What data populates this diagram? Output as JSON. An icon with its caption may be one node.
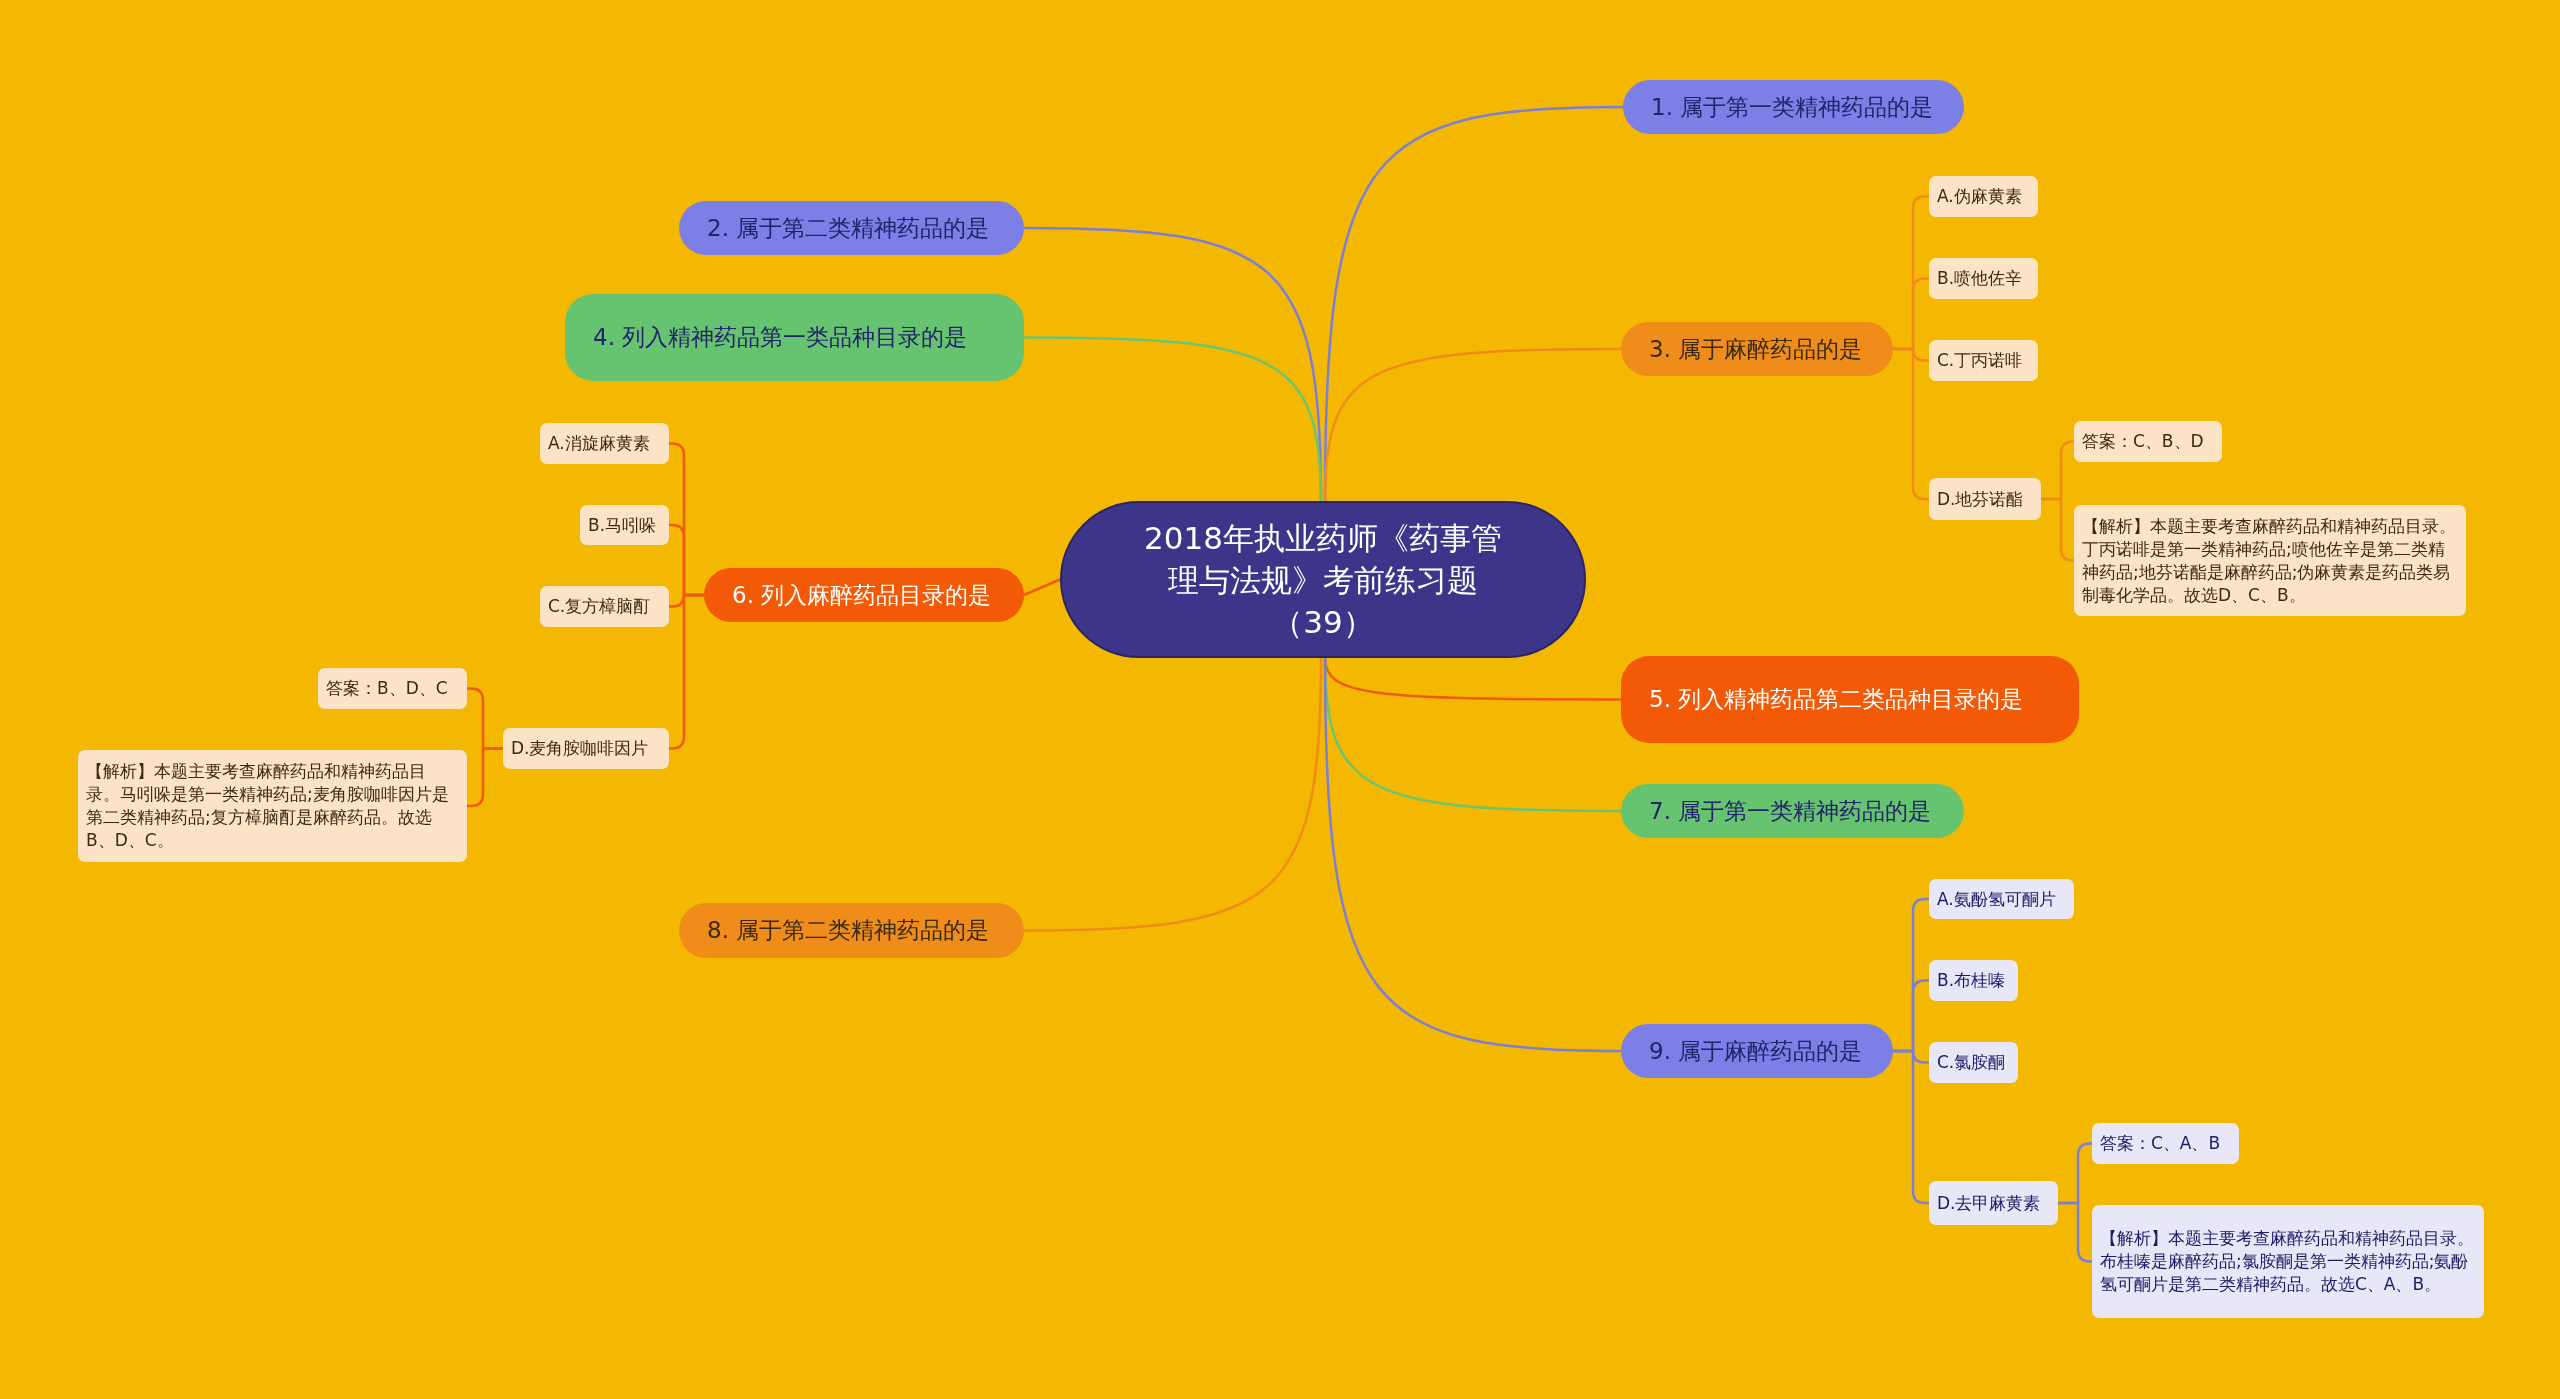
{
  "diagram": {
    "nodes": [
      {
        "text": [
          "2018年执业药师《药事管理与法规》考前练习题（39）"
        ]
      },
      {
        "text": [
          "1. 属于第一类精神药品的是"
        ]
      },
      {
        "text": [
          "2. 属于第二类精神药品的是"
        ]
      },
      {
        "text": [
          "3. 属于麻醉药品的是"
        ]
      },
      {
        "text": [
          "A.伪麻黄素"
        ]
      },
      {
        "text": [
          "B.喷他佐辛"
        ]
      },
      {
        "text": [
          "C.丁丙诺啡"
        ]
      },
      {
        "text": [
          "D.地芬诺酯"
        ]
      },
      {
        "text": [
          "答案：C、B、D"
        ]
      },
      {
        "text": [
          "【解析】本题主要考查麻醉药品和精神药品目录。丁丙诺啡是第一类精神药品;喷他佐辛是第二类精神药品;地芬诺酯是麻醉药品;伪麻黄素是药品类易制毒化学品。故选D、C、B。"
        ]
      },
      {
        "text": [
          "4. 列入精神药品第一类品种目录的是"
        ]
      },
      {
        "text": [
          "5. 列入精神药品第二类品种目录的是"
        ]
      },
      {
        "text": [
          "6. 列入麻醉药品目录的是"
        ]
      },
      {
        "text": [
          "A.消旋麻黄素"
        ]
      },
      {
        "text": [
          "B.马吲哚"
        ]
      },
      {
        "text": [
          "C.复方樟脑酊"
        ]
      },
      {
        "text": [
          "D.麦角胺咖啡因片"
        ]
      },
      {
        "text": [
          "答案：B、D、C"
        ]
      },
      {
        "text": [
          "【解析】本题主要考查麻醉药品和精神药品目录。马吲哚是第一类精神药品;麦角胺咖啡因片是第二类精神药品;复方樟脑酊是麻醉药品。故选B、D、C。"
        ]
      },
      {
        "text": [
          "7. 属于第一类精神药品的是"
        ]
      },
      {
        "text": [
          "8. 属于第二类精神药品的是"
        ]
      },
      {
        "text": [
          "9. 属于麻醉药品的是"
        ]
      },
      {
        "text": [
          "A.氨酚氢可酮片"
        ]
      },
      {
        "text": [
          "B.布桂嗪"
        ]
      },
      {
        "text": [
          "C.氯胺酮"
        ]
      },
      {
        "text": [
          "D.去甲麻黄素"
        ]
      },
      {
        "text": [
          "答案：C、A、B"
        ]
      },
      {
        "text": [
          "【解析】本题主要考查麻醉药品和精神药品目录。布桂嗪是麻醉药品;氯胺酮是第一类精神药品;氨酚氢可酮片是第二类精神药品。故选C、A、B。"
        ]
      }
    ],
    "edges": [
      {
        "from": 0,
        "to": 1,
        "arrow": "none",
        "color": "#7c7fd9"
      },
      {
        "from": 0,
        "to": 2,
        "arrow": "none",
        "color": "#7c7fd9"
      },
      {
        "from": 0,
        "to": 3,
        "arrow": "none",
        "color": "#f08c1a"
      },
      {
        "from": 3,
        "to": 4,
        "arrow": "none",
        "color": "#f08c1a"
      },
      {
        "from": 3,
        "to": 5,
        "arrow": "none",
        "color": "#f08c1a"
      },
      {
        "from": 3,
        "to": 6,
        "arrow": "none",
        "color": "#f08c1a"
      },
      {
        "from": 3,
        "to": 7,
        "arrow": "none",
        "color": "#f08c1a"
      },
      {
        "from": 7,
        "to": 8,
        "arrow": "none",
        "color": "#f08c1a"
      },
      {
        "from": 7,
        "to": 9,
        "arrow": "none",
        "color": "#f08c1a"
      },
      {
        "from": 0,
        "to": 10,
        "arrow": "none",
        "color": "#6cc46e"
      },
      {
        "from": 0,
        "to": 11,
        "arrow": "none",
        "color": "#f05a14"
      },
      {
        "from": 0,
        "to": 12,
        "arrow": "none",
        "color": "#f05a14"
      },
      {
        "from": 12,
        "to": 13,
        "arrow": "none",
        "color": "#f05a14"
      },
      {
        "from": 12,
        "to": 14,
        "arrow": "none",
        "color": "#f05a14"
      },
      {
        "from": 12,
        "to": 15,
        "arrow": "none",
        "color": "#f05a14"
      },
      {
        "from": 12,
        "to": 16,
        "arrow": "none",
        "color": "#f05a14"
      },
      {
        "from": 16,
        "to": 17,
        "arrow": "none",
        "color": "#f05a14"
      },
      {
        "from": 16,
        "to": 18,
        "arrow": "none",
        "color": "#f05a14"
      },
      {
        "from": 0,
        "to": 19,
        "arrow": "none",
        "color": "#6cc46e"
      },
      {
        "from": 0,
        "to": 20,
        "arrow": "none",
        "color": "#f08c1a"
      },
      {
        "from": 0,
        "to": 21,
        "arrow": "none",
        "color": "#7c7fd9"
      },
      {
        "from": 21,
        "to": 22,
        "arrow": "none",
        "color": "#7c7fd9"
      },
      {
        "from": 21,
        "to": 23,
        "arrow": "none",
        "color": "#7c7fd9"
      },
      {
        "from": 21,
        "to": 24,
        "arrow": "none",
        "color": "#7c7fd9"
      },
      {
        "from": 21,
        "to": 25,
        "arrow": "none",
        "color": "#7c7fd9"
      },
      {
        "from": 25,
        "to": 26,
        "arrow": "none",
        "color": "#7c7fd9"
      },
      {
        "from": 25,
        "to": 27,
        "arrow": "none",
        "color": "#7c7fd9"
      }
    ]
  }
}
